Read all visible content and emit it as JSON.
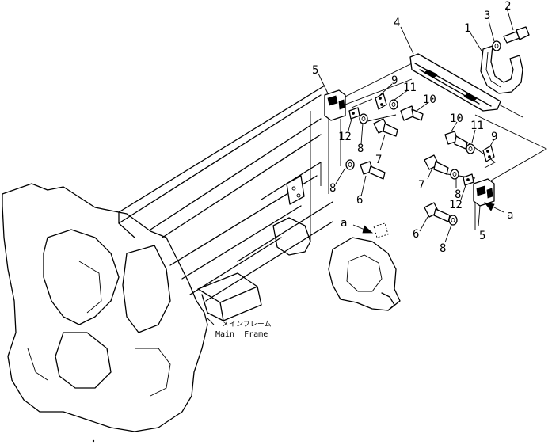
{
  "callouts": [
    {
      "id": "c1",
      "label": "1"
    },
    {
      "id": "c2",
      "label": "2"
    },
    {
      "id": "c3",
      "label": "3"
    },
    {
      "id": "c4",
      "label": "4"
    },
    {
      "id": "c5a",
      "label": "5"
    },
    {
      "id": "c5b",
      "label": "5"
    },
    {
      "id": "c6a",
      "label": "6"
    },
    {
      "id": "c6b",
      "label": "6"
    },
    {
      "id": "c7a",
      "label": "7"
    },
    {
      "id": "c7b",
      "label": "7"
    },
    {
      "id": "c8a",
      "label": "8"
    },
    {
      "id": "c8b",
      "label": "8"
    },
    {
      "id": "c8c",
      "label": "8"
    },
    {
      "id": "c8d",
      "label": "8"
    },
    {
      "id": "c9a",
      "label": "9"
    },
    {
      "id": "c9b",
      "label": "9"
    },
    {
      "id": "c10a",
      "label": "10"
    },
    {
      "id": "c10b",
      "label": "10"
    },
    {
      "id": "c11a",
      "label": "11"
    },
    {
      "id": "c11b",
      "label": "11"
    },
    {
      "id": "c12a",
      "label": "12"
    },
    {
      "id": "c12b",
      "label": "12"
    }
  ],
  "view_markers": [
    {
      "id": "a1",
      "label": "a"
    },
    {
      "id": "a2",
      "label": "a"
    }
  ],
  "frame_label": {
    "japanese": "メインフレーム",
    "english": "Main  Frame"
  }
}
